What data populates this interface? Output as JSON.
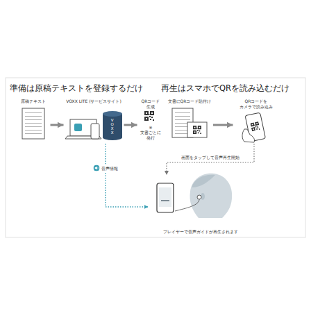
{
  "diagram": {
    "nodes": [
      {
        "text": [
          "原稿テキスト"
        ]
      },
      {
        "text": [
          "VOXX LITE (サービスサイト)"
        ]
      },
      {
        "text": [
          "QRコード 生成",
          "※文書ごとに 発行"
        ]
      },
      {
        "text": [
          "文書にQRコード貼付け"
        ]
      },
      {
        "text": [
          "QRコードを カメラで読み込み"
        ]
      },
      {
        "text": [
          "プレイヤーで音声ガイドが再生されます"
        ]
      }
    ],
    "edges": [
      {
        "from": 0,
        "to": 1,
        "arrow": "to"
      },
      {
        "from": 1,
        "to": 2,
        "arrow": "to"
      },
      {
        "from": 3,
        "to": 4,
        "arrow": "to"
      },
      {
        "from": 1,
        "to": 5,
        "label": "音声情報",
        "arrow": "to"
      },
      {
        "from": 4,
        "to": 5,
        "label": "画面をタップして音声再生開始",
        "arrow": "to"
      }
    ],
    "labels": [
      "準備は原稿テキストを登録するだけ",
      "再生はスマホでQRを読み込むだけ",
      "VOXX"
    ]
  }
}
